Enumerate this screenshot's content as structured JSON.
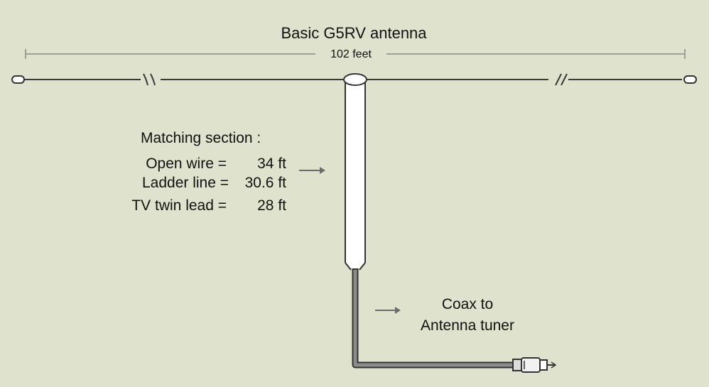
{
  "title": "Basic G5RV antenna",
  "span_label": "102 feet",
  "matching_section": {
    "heading": "Matching section :",
    "rows": [
      {
        "name": "Open wire =",
        "value": "34 ft"
      },
      {
        "name": "Ladder line =",
        "value": "30.6 ft"
      },
      {
        "name": "TV twin lead =",
        "value": "28 ft"
      }
    ]
  },
  "coax_label": {
    "line1": "Coax to",
    "line2": "Antenna tuner"
  },
  "colors": {
    "background": "#dfe3ce",
    "wire": "#3a3a3a",
    "coax_outer": "#333333",
    "coax_inner": "#8c8c8c",
    "dimension_line": "#8a8a8a"
  }
}
